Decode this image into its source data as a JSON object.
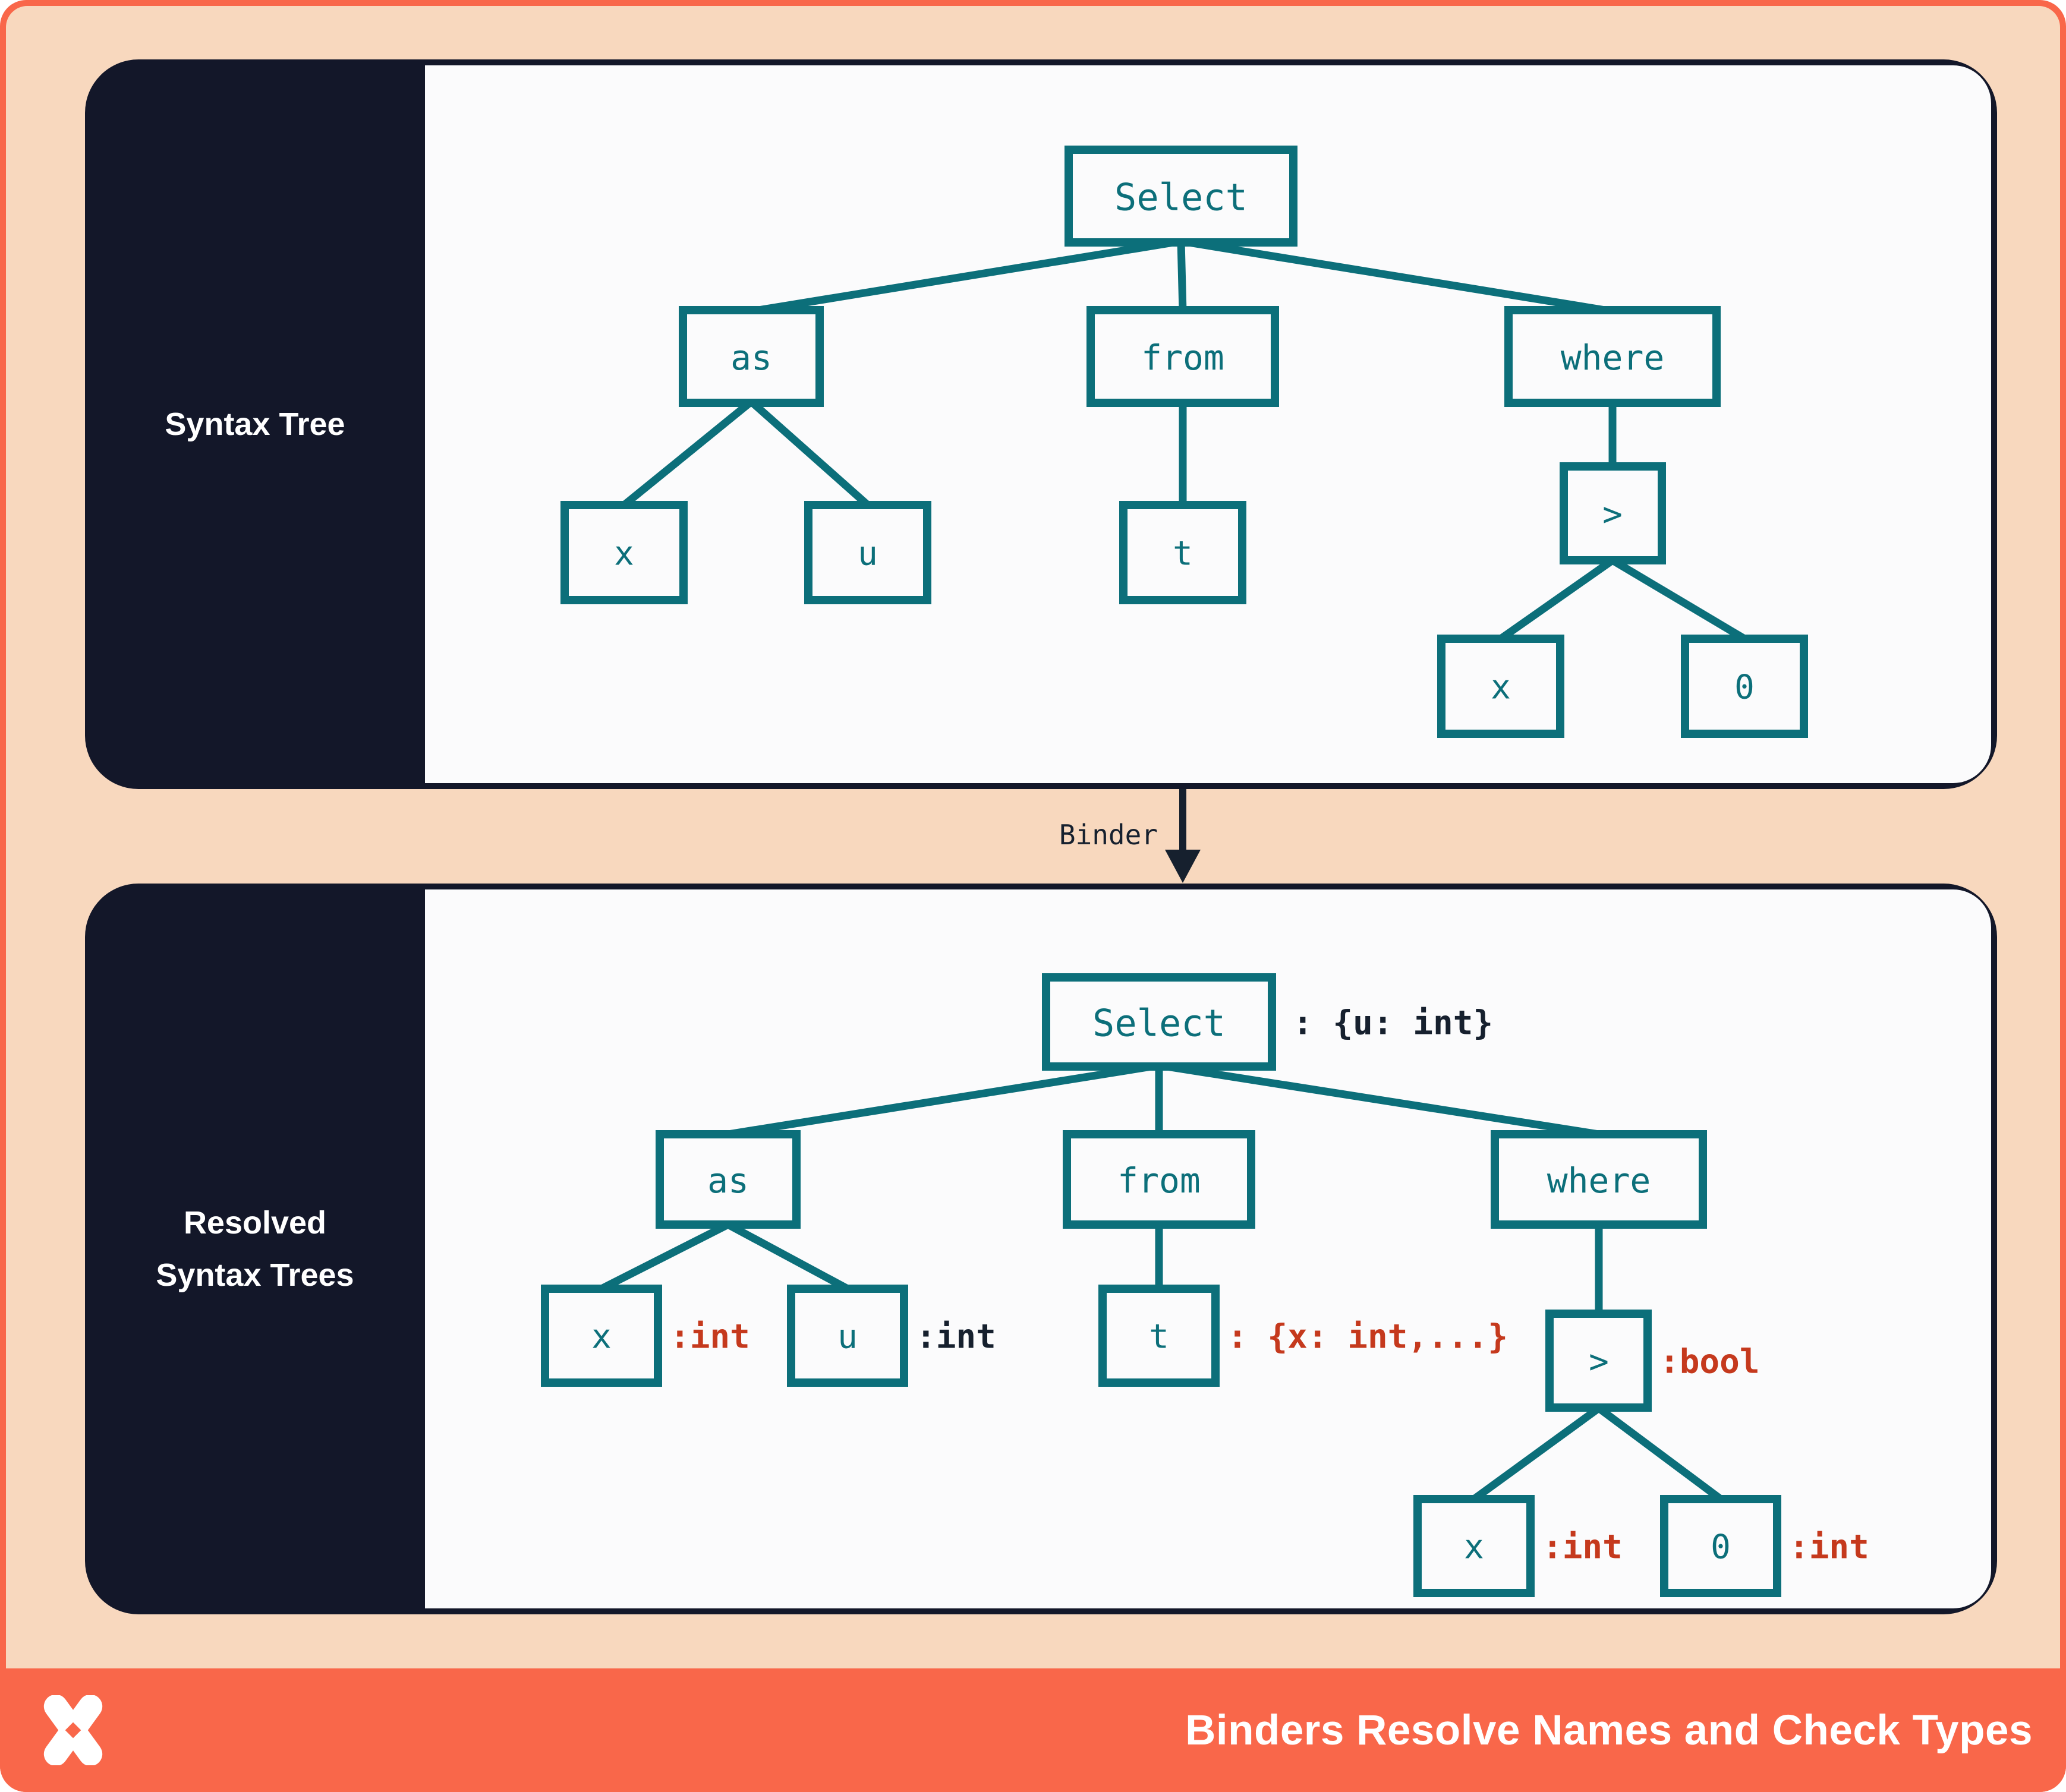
{
  "colors": {
    "coral": "#F9674A",
    "peach": "#F8D8BE",
    "navy_panel": "#131729",
    "content_bg": "#FBFBFC",
    "teal": "#0C6F7A",
    "annotation_red": "#C5391D",
    "annotation_ink": "#16202E"
  },
  "syntax_panel": {
    "label": "Syntax Tree",
    "nodes": {
      "select": "Select",
      "as_": "as",
      "from_": "from",
      "where_": "where",
      "x1": "x",
      "u1": "u",
      "t1": "t",
      "gt": ">",
      "x2": "x",
      "zero": "0"
    }
  },
  "binder": {
    "label": "Binder"
  },
  "resolved_panel": {
    "label_line1": "Resolved",
    "label_line2": "Syntax Trees",
    "nodes": {
      "select": "Select",
      "as_": "as",
      "from_": "from",
      "where_": "where",
      "x1": "x",
      "u1": "u",
      "t1": "t",
      "gt": ">",
      "x2": "x",
      "zero": "0"
    },
    "annotations": {
      "select": ": {u: int}",
      "x1": ":int",
      "u1": ":int",
      "t1": ": {x: int,...}",
      "gt": ":bool",
      "x2": ":int",
      "zero": ":int"
    }
  },
  "footer": {
    "title": "Binders Resolve Names and Check Types",
    "logo": "pinwheel-x-logo"
  }
}
